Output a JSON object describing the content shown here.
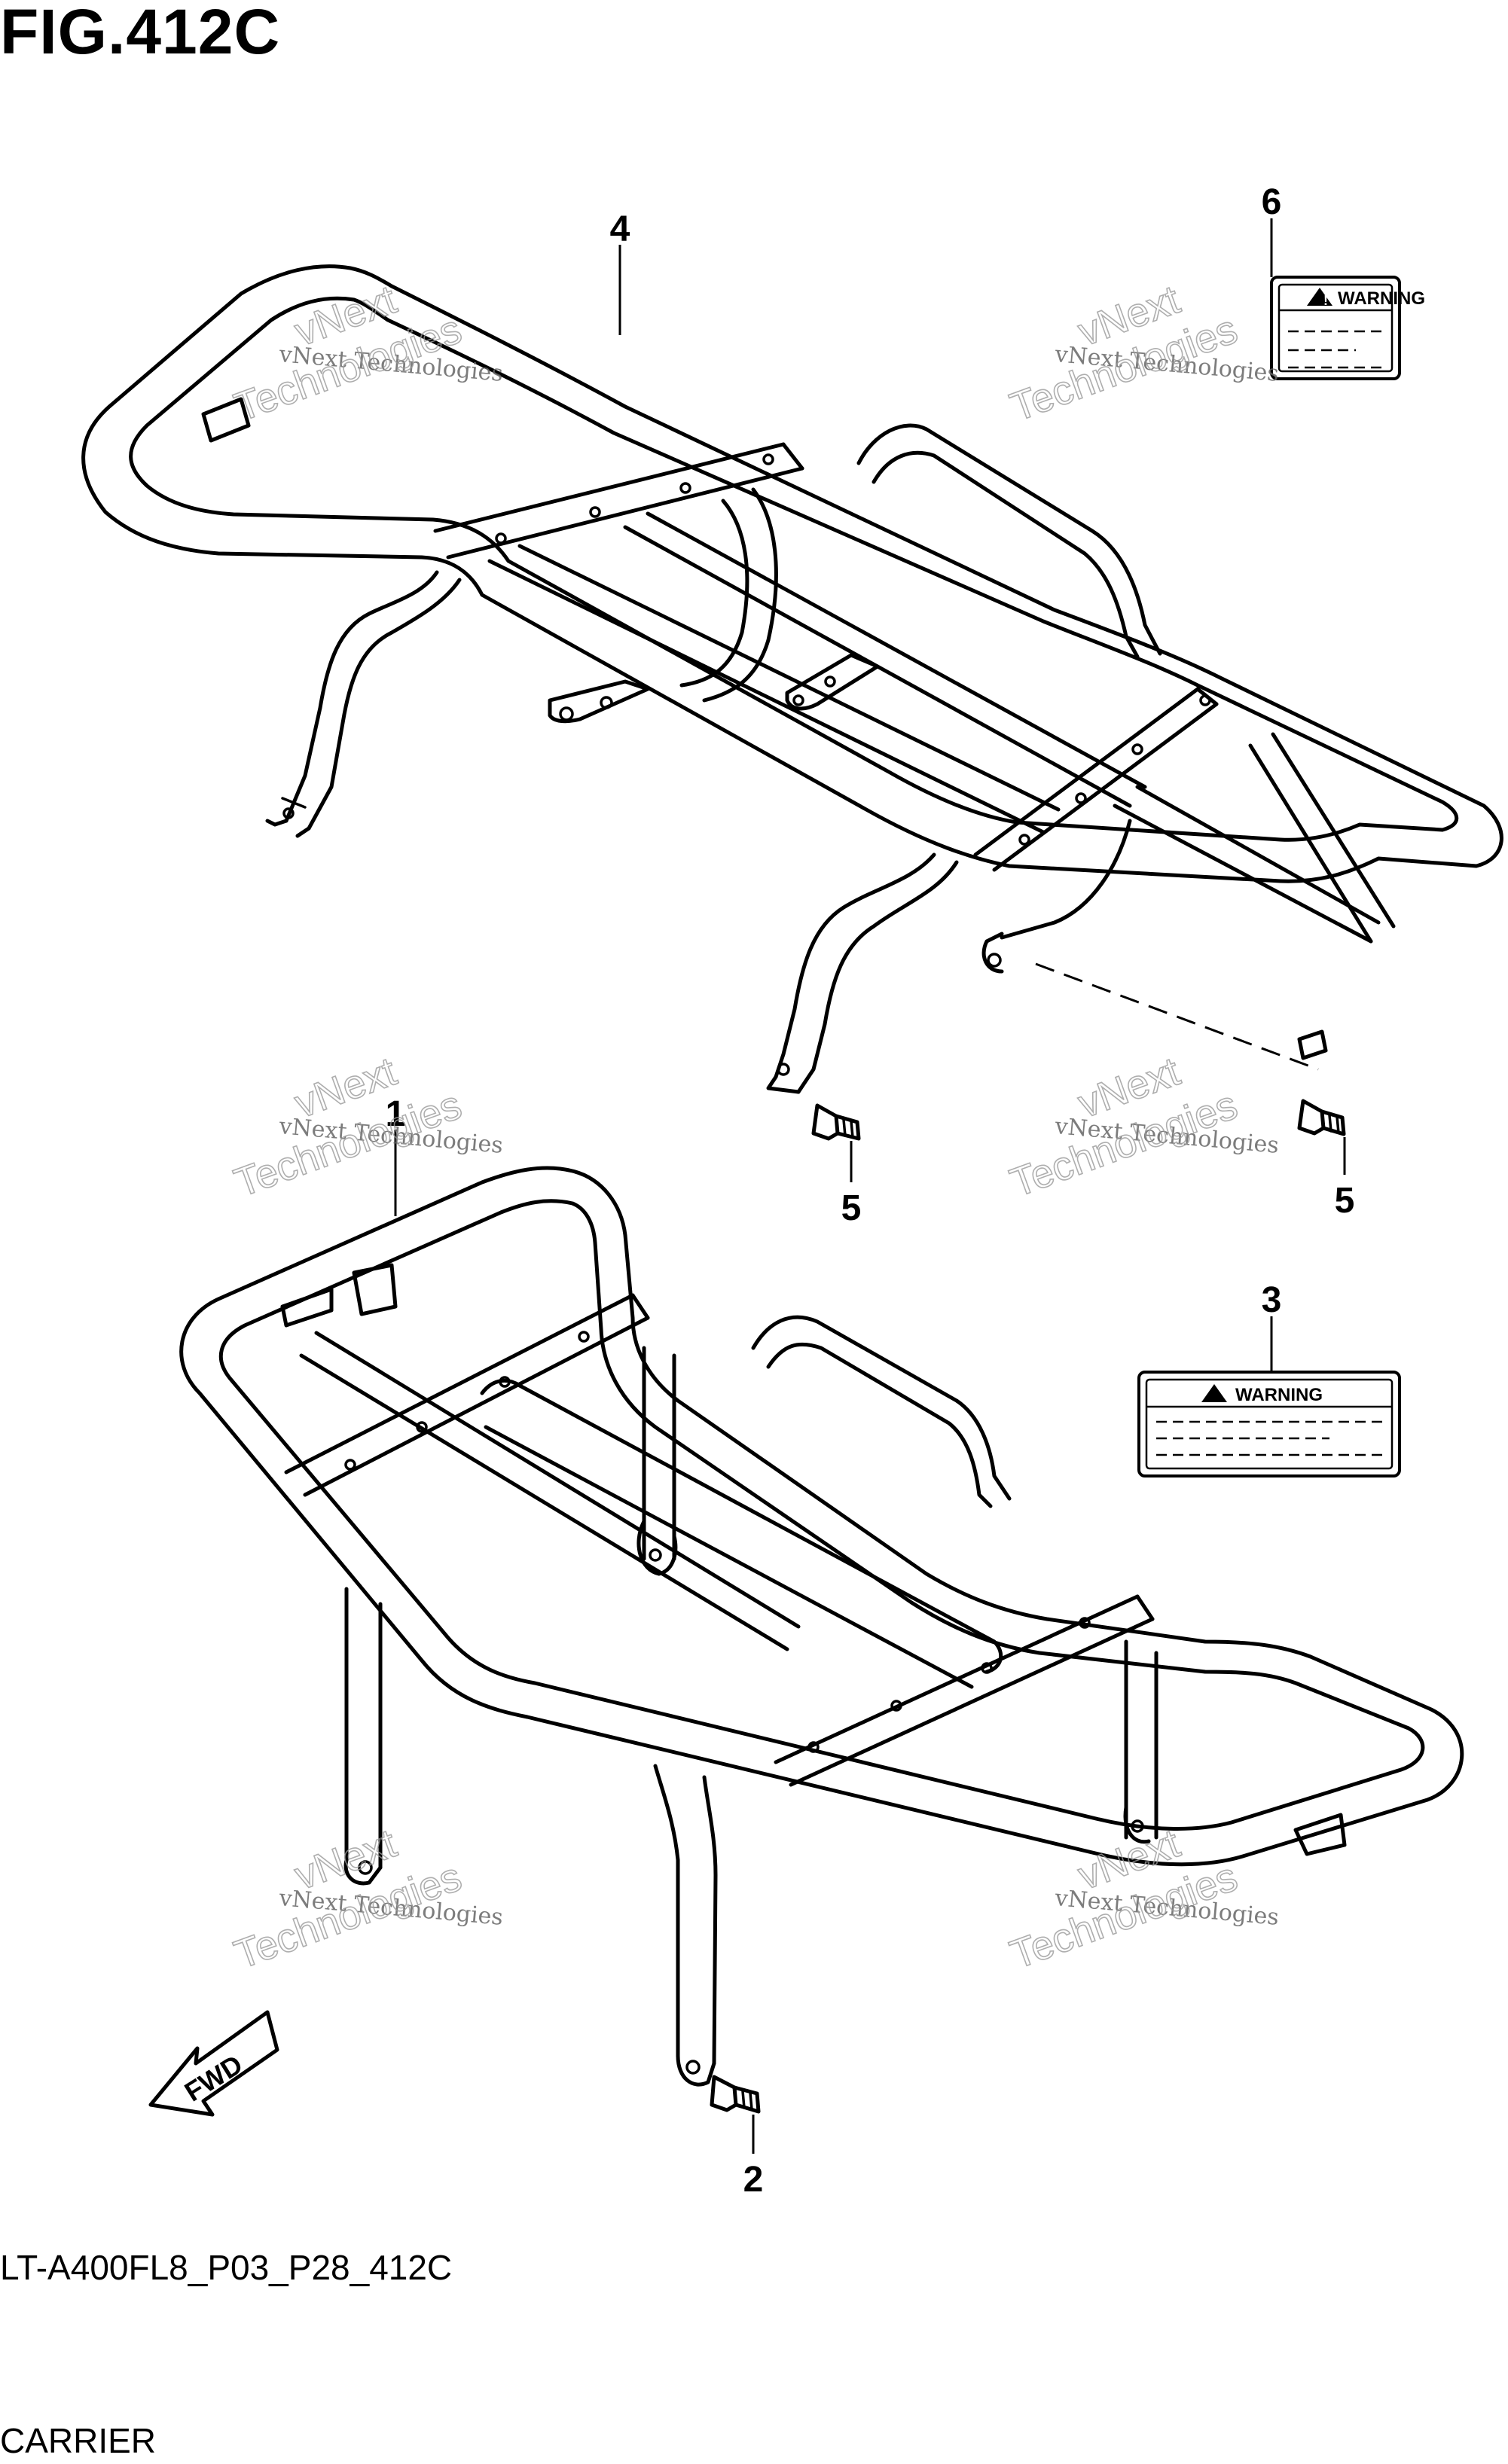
{
  "figure": {
    "title": "FIG.412C",
    "model_code": "LT-A400FL8_P03_P28_412C",
    "name": "CARRIER"
  },
  "callouts": {
    "c1": "1",
    "c2": "2",
    "c3": "3",
    "c4": "4",
    "c5a": "5",
    "c5b": "5",
    "c6": "6"
  },
  "labels": {
    "warning_top": "WARNING",
    "warning_bottom": "WARNING"
  },
  "direction": {
    "fwd": "FWD"
  },
  "watermarks": {
    "small": "vNext Technologies",
    "big_line1": "vNext",
    "big_line2": "Technologies"
  }
}
